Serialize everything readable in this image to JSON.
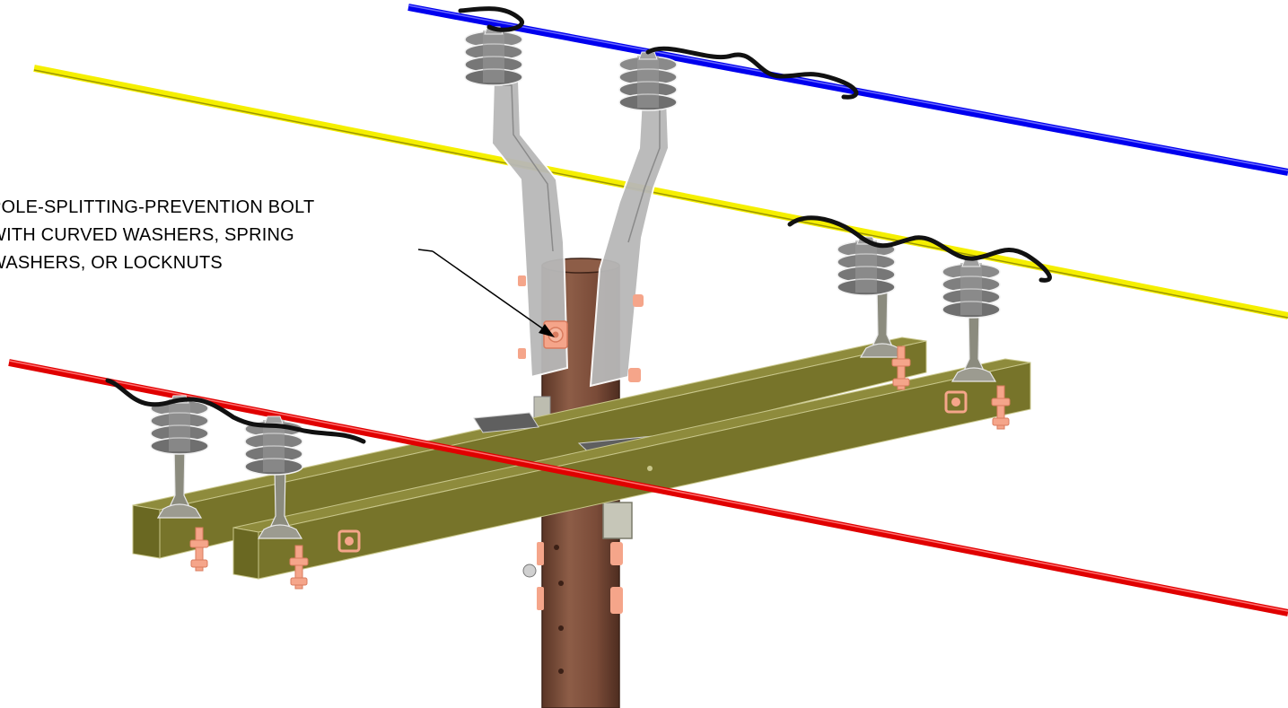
{
  "callout": {
    "lines": [
      "POLE-SPLITTING-PREVENTION BOLT",
      "WITH CURVED WASHERS, SPRING",
      "WASHERS, OR LOCKNUTS"
    ]
  },
  "colors": {
    "top_wire": "#0000ee",
    "middle_wire": "#f5ef00",
    "lower_wire": "#e00000",
    "crossarm": "#7f7c2c",
    "pole": "#7a4e3a",
    "hardware": "#f5a58a",
    "insulator": "#8f8f8f",
    "tie_wire": "#111111"
  }
}
